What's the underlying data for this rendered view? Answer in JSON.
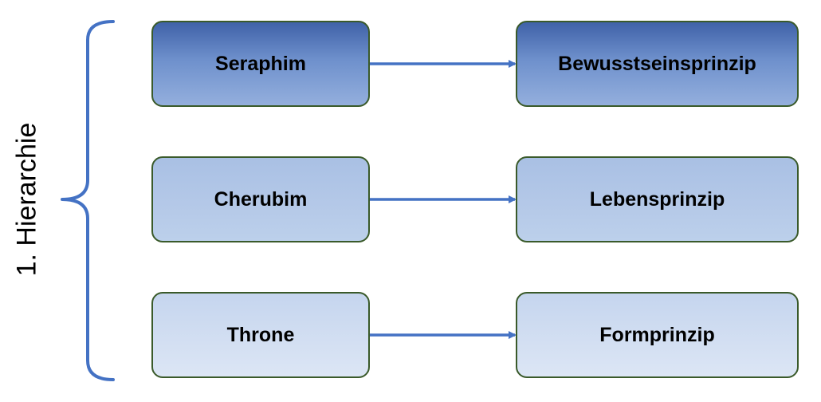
{
  "side_label": "1. Hierarchie",
  "rows": [
    {
      "source": "Seraphim",
      "target": "Bewusstseinsprinzip"
    },
    {
      "source": "Cherubim",
      "target": "Lebensprinzip"
    },
    {
      "source": "Throne",
      "target": "Formprinzip"
    }
  ],
  "colors": {
    "bracket": "#4472c4",
    "arrow": "#4472c4",
    "box_border": "#3a5a2a"
  }
}
